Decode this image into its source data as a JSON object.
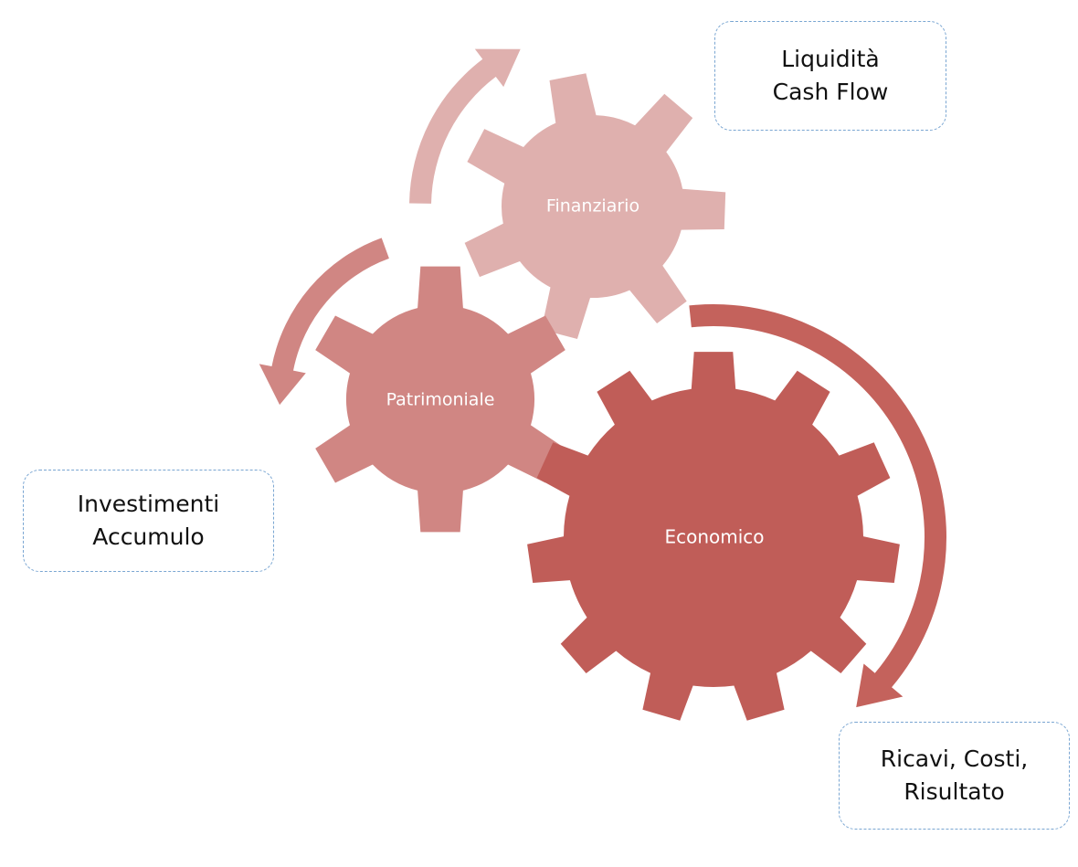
{
  "diagram": {
    "gears": [
      {
        "id": "finanziario",
        "label": "Finanziario",
        "color": "#dfb0ae",
        "teeth": 7
      },
      {
        "id": "patrimoniale",
        "label": "Patrimoniale",
        "color": "#d08683",
        "teeth": 6
      },
      {
        "id": "economico",
        "label": "Economico",
        "color": "#c05d58",
        "teeth": 11
      }
    ],
    "arrows": [
      {
        "id": "arrow-finanziario",
        "color": "#dfb0ae",
        "direction": "clockwise"
      },
      {
        "id": "arrow-patrimoniale",
        "color": "#d08683",
        "direction": "counter-clockwise"
      },
      {
        "id": "arrow-economico",
        "color": "#c4625c",
        "direction": "clockwise"
      }
    ],
    "notes": {
      "finanziario": {
        "line1": "Liquidità",
        "line2": "Cash Flow"
      },
      "patrimoniale": {
        "line1": "Investimenti",
        "line2": "Accumulo"
      },
      "economico": {
        "line1": "Ricavi, Costi,",
        "line2": "Risultato"
      }
    },
    "note_border_color": "#7aa6d2"
  }
}
